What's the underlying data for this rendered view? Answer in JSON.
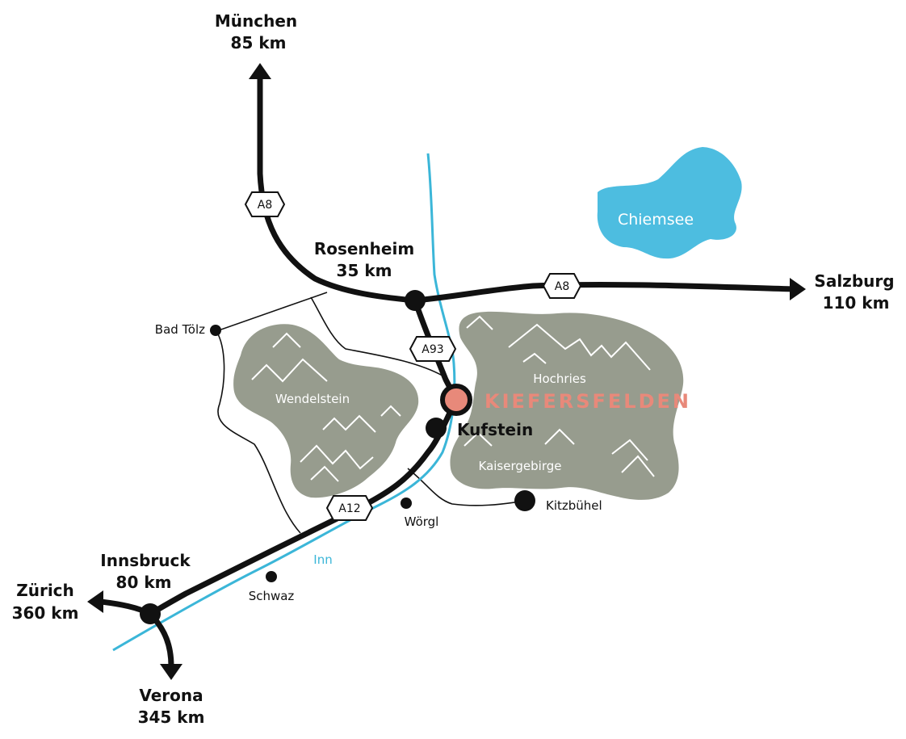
{
  "colors": {
    "road": "#111111",
    "river": "#3bb6d8",
    "lake": "#4dbde0",
    "mountain": "#979c8e",
    "destination": "#e8897a"
  },
  "destination": "KIEFERSFELDEN",
  "lake": "Chiemsee",
  "river": "Inn",
  "mountains": {
    "wendelstein": "Wendelstein",
    "hochries": "Hochries",
    "kaisergebirge": "Kaisergebirge"
  },
  "roads": {
    "a8_north": "A8",
    "a8_east": "A8",
    "a93": "A93",
    "a12": "A12"
  },
  "cities": {
    "muenchen": {
      "name": "München",
      "distance": "85 km"
    },
    "rosenheim": {
      "name": "Rosenheim",
      "distance": "35 km"
    },
    "salzburg": {
      "name": "Salzburg",
      "distance": "110 km"
    },
    "innsbruck": {
      "name": "Innsbruck",
      "distance": "80 km"
    },
    "zuerich": {
      "name": "Zürich",
      "distance": "360 km"
    },
    "verona": {
      "name": "Verona",
      "distance": "345 km"
    },
    "kufstein": {
      "name": "Kufstein"
    },
    "bad_toelz": {
      "name": "Bad Tölz"
    },
    "woergl": {
      "name": "Wörgl"
    },
    "kitzbuehel": {
      "name": "Kitzbühel"
    },
    "schwaz": {
      "name": "Schwaz"
    }
  }
}
